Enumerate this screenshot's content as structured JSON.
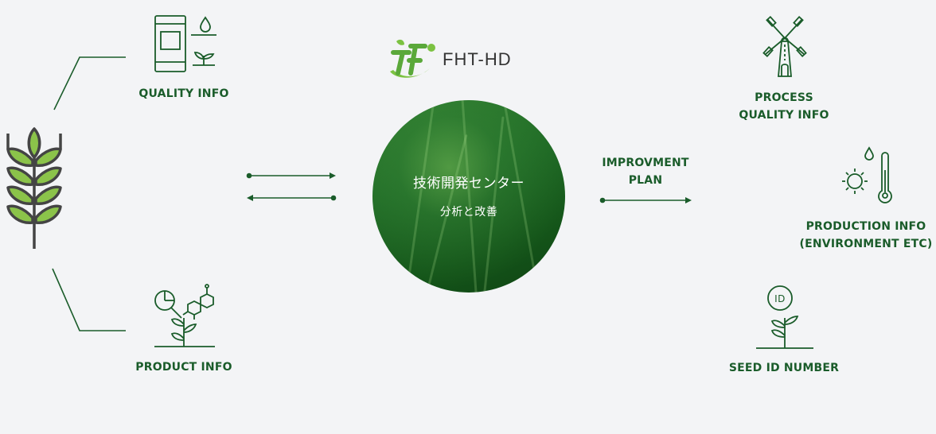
{
  "brand": {
    "logo_text": "FHT-HD"
  },
  "center": {
    "title": "技術開発センター",
    "subtitle": "分析と改善"
  },
  "left": {
    "quality_label": "QUALITY  INFO",
    "product_label": "PRODUCT INFO"
  },
  "improvement": {
    "line1": "IMPROVMENT",
    "line2": "PLAN"
  },
  "right": {
    "process_line1": "PROCESS",
    "process_line2": "QUALITY INFO",
    "production_line1": "PRODUCTION INFO",
    "production_line2": "(ENVIRONMENT ETC)",
    "seed_label": "SEED ID NUMBER",
    "seed_badge": "ID"
  },
  "colors": {
    "primary": "#1a5c2a",
    "leaf": "#8bc34a",
    "outline": "#444444",
    "background": "#f3f4f6"
  },
  "icons": [
    "wheat-icon",
    "phone-sprout-icon",
    "chart-molecule-sprout-icon",
    "windmill-icon",
    "sun-thermometer-icon",
    "id-sprout-icon",
    "logo-mark-icon"
  ]
}
